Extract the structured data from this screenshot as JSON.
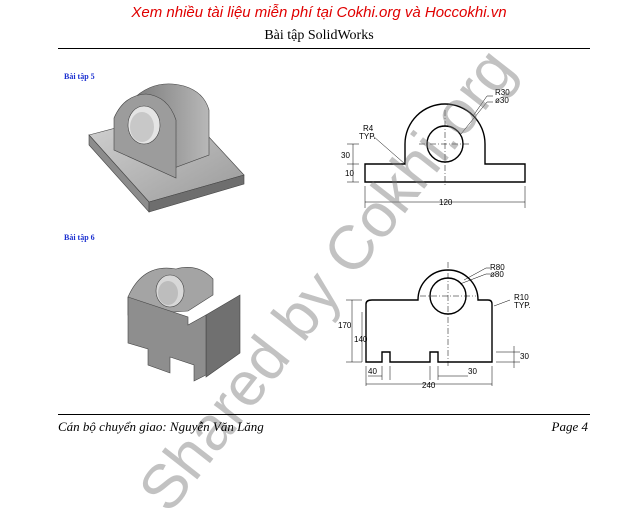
{
  "header": {
    "banner": "Xem nhiều tài liệu miễn phí tại Cokhi.org và Hoccokhi.vn",
    "title": "Bài tập SolidWorks"
  },
  "exercises": [
    {
      "label": "Bài tập 5",
      "dimensions": [
        "R30",
        "ø30",
        "R4",
        "TYP.",
        "30",
        "10",
        "120"
      ]
    },
    {
      "label": "Bài tập 6",
      "dimensions": [
        "R80",
        "ø80",
        "R10",
        "TYP.",
        "170",
        "140",
        "30",
        "40",
        "240",
        "30"
      ]
    }
  ],
  "footer": {
    "author": "Cán bộ chuyển giao: Nguyễn Văn Lăng",
    "page": "Page 4"
  },
  "watermark": "Shared by Cokhi.org"
}
